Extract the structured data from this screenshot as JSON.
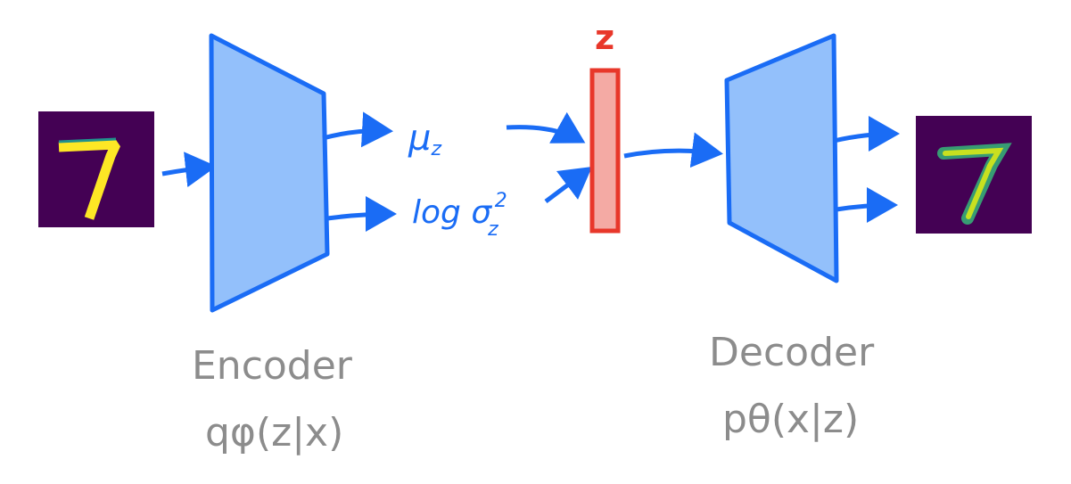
{
  "latent": {
    "label": "z"
  },
  "encoder_outputs": {
    "mu": "μ",
    "mu_sub": "z",
    "logvar_prefix": "log σ",
    "logvar_sub": "z",
    "logvar_sup": "2"
  },
  "encoder": {
    "title": "Encoder",
    "formula": "qφ(z|x)"
  },
  "decoder": {
    "title": "Decoder",
    "formula": "pθ(x|z)"
  },
  "colors": {
    "network_fill": "#93c0fb",
    "network_stroke": "#1a6cf5",
    "latent_fill": "#f4aaa4",
    "latent_stroke": "#e8372a",
    "label_gray": "#8c8c8c",
    "image_bg": "#440154",
    "digit": "#fde725"
  }
}
